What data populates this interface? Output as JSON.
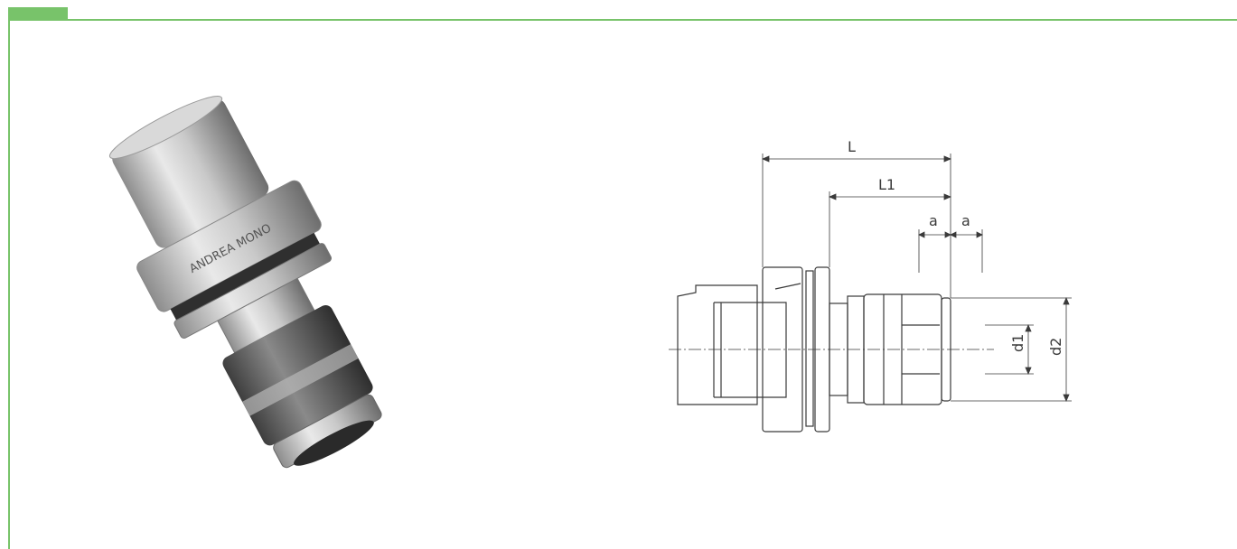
{
  "colors": {
    "frame": "#78c36a",
    "line": "#3a3a3a",
    "metal_light": "#e6e6e6",
    "metal_mid": "#b4b4b4",
    "metal_dark": "#5a5a5a"
  },
  "photo": {
    "icon": "tool-holder-photo",
    "engraving": "ANDREA MONO"
  },
  "drawing": {
    "dim_L": "L",
    "dim_L1": "L1",
    "dim_a_left": "a",
    "dim_a_right": "a",
    "dim_d1": "d1",
    "dim_d2": "d2"
  }
}
